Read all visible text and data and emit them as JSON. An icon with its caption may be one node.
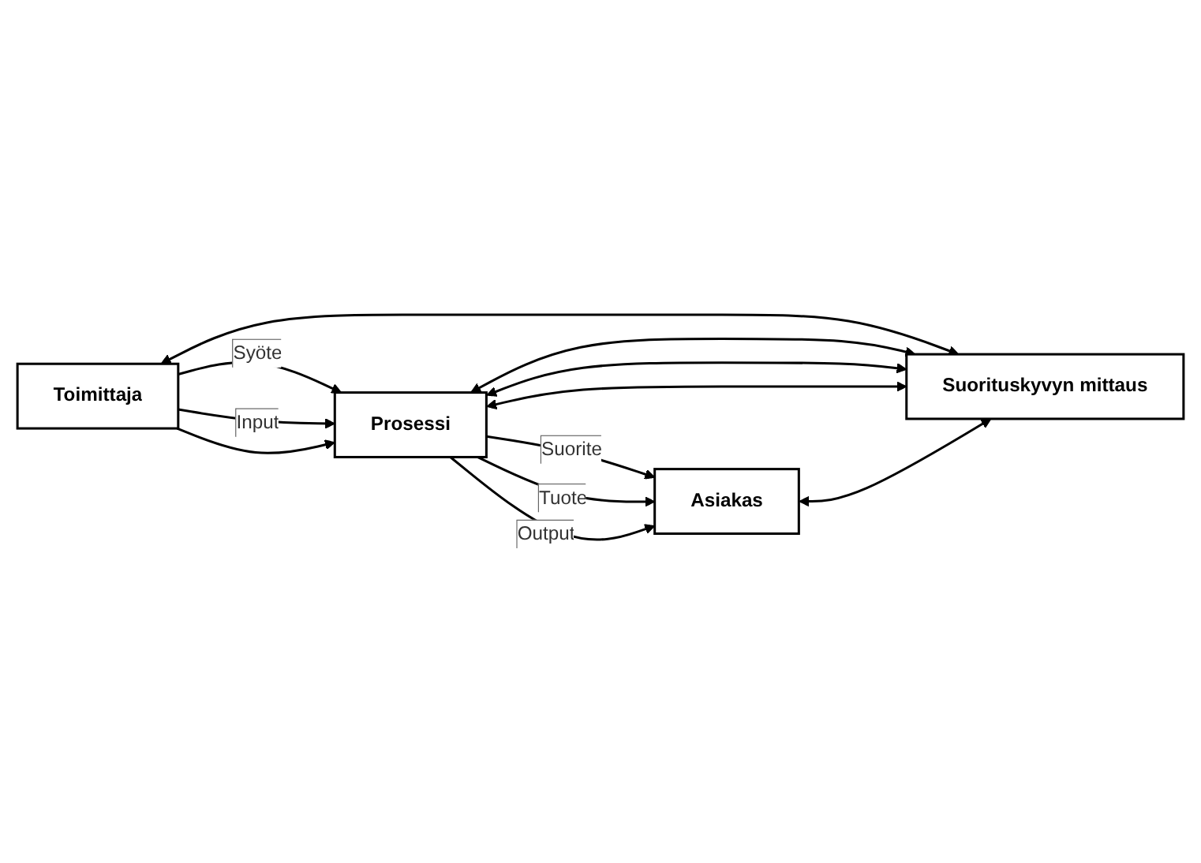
{
  "diagram": {
    "nodes": [
      {
        "text": [
          "Toimittaja"
        ]
      },
      {
        "text": [
          "Prosessi"
        ]
      },
      {
        "text": [
          "Asiakas"
        ]
      },
      {
        "text": [
          "Suorituskyvyn mittaus"
        ]
      }
    ],
    "edges": [
      {
        "from": 0,
        "to": 1,
        "label": "Syöte",
        "arrow": "to"
      },
      {
        "from": 0,
        "to": 1,
        "label": "Input",
        "arrow": "to"
      },
      {
        "from": 0,
        "to": 1,
        "arrow": "to"
      },
      {
        "from": 1,
        "to": 2,
        "label": "Suorite",
        "arrow": "to"
      },
      {
        "from": 1,
        "to": 2,
        "label": "Tuote",
        "arrow": "to"
      },
      {
        "from": 1,
        "to": 2,
        "label": "Output",
        "arrow": "to"
      },
      {
        "from": 0,
        "to": 3,
        "arrow": "both"
      },
      {
        "from": 1,
        "to": 3,
        "arrow": "both"
      },
      {
        "from": 1,
        "to": 3,
        "arrow": "both"
      },
      {
        "from": 1,
        "to": 3,
        "arrow": "both"
      },
      {
        "from": 2,
        "to": 3,
        "arrow": "both"
      }
    ]
  }
}
